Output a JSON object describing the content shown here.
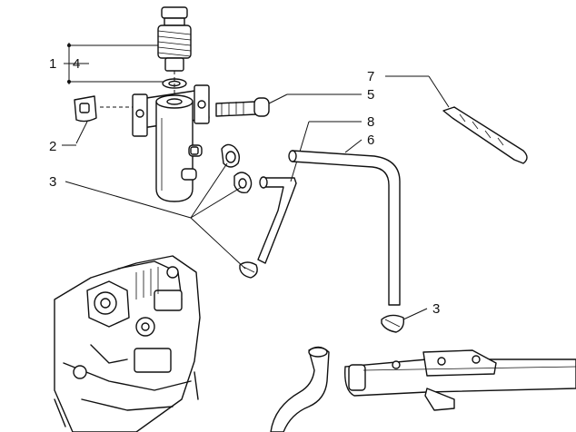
{
  "labels": {
    "p1": "1",
    "p2": "2",
    "p3a": "3",
    "p3b": "3",
    "p4": "4",
    "p5": "5",
    "p6": "6",
    "p7": "7",
    "p8": "8"
  }
}
